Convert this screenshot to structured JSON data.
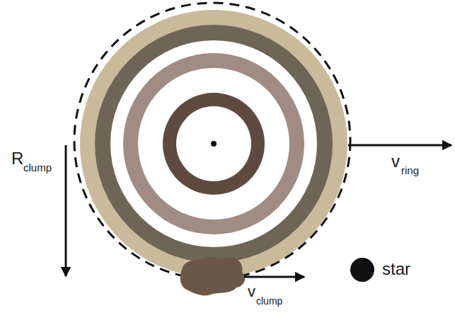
{
  "diagram": {
    "labels": [
      "R",
      "clump",
      "v",
      "ring",
      "v",
      "clump",
      "star"
    ]
  }
}
